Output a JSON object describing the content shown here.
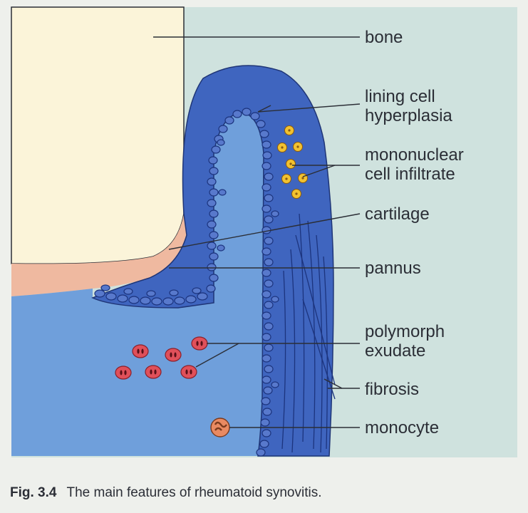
{
  "labels": {
    "bone": "bone",
    "lining_cell_1": "lining cell",
    "lining_cell_2": "hyperplasia",
    "mononuclear_1": "mononuclear",
    "mononuclear_2": "cell infiltrate",
    "cartilage": "cartilage",
    "pannus": "pannus",
    "polymorph_1": "polymorph",
    "polymorph_2": "exudate",
    "fibrosis": "fibrosis",
    "monocyte": "monocyte"
  },
  "caption": {
    "figure_number": "Fig. 3.4",
    "text": "The main features of rheumatoid synovitis."
  },
  "colors": {
    "page": "#eef0ec",
    "background_panel": "#cfe2de",
    "bone": "#fbf4d9",
    "cartilage": "#efb9a0",
    "joint_space": "#6f9fdb",
    "synovium": "#3f65bf",
    "cell_outline": "#203a87",
    "mononuclear_cell": "#f2c230",
    "polymorph": "#e0505a",
    "monocyte": "#e98a62",
    "leader_line": "#2b2e36"
  }
}
